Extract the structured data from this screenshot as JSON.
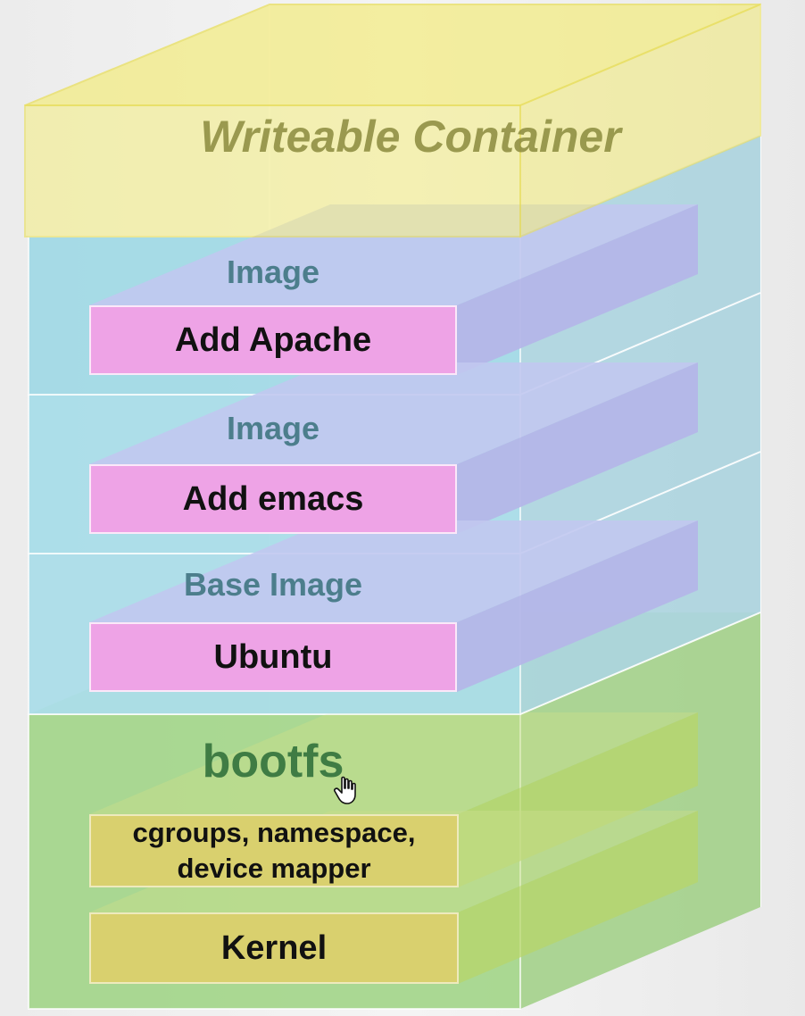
{
  "writeable_layer": {
    "title": "Writeable Container"
  },
  "image_layers": [
    {
      "title": "Image",
      "content": "Add Apache"
    },
    {
      "title": "Image",
      "content": "Add emacs"
    },
    {
      "title": "Base Image",
      "content": "Ubuntu"
    }
  ],
  "bootfs_layer": {
    "title": "bootfs",
    "components": [
      "cgroups, namespace,\ndevice mapper",
      "Kernel"
    ]
  },
  "colors": {
    "writeable": "#f3ec84",
    "image_layer": "#a9dde9",
    "bootfs_layer": "#a8db8d",
    "content_box": "#eea3e6",
    "kernel_box": "#d9d06e",
    "image_title": "#4c7e8c",
    "bootfs_title": "#3f7c44",
    "writeable_title": "#8b8b3e"
  },
  "icons": {
    "cursor": "hand-pointer-icon"
  }
}
